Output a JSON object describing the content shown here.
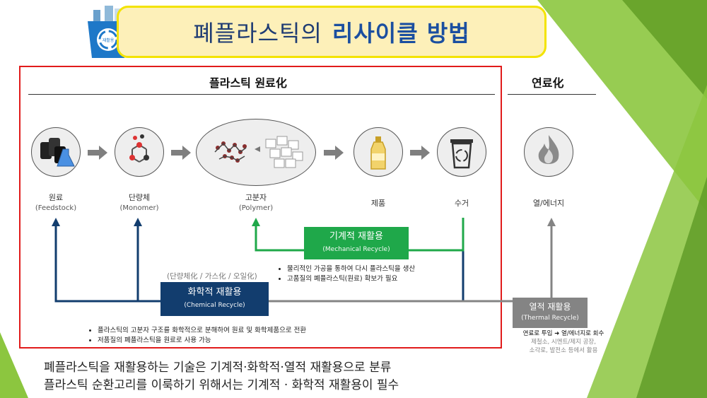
{
  "title": {
    "main": "폐플라스틱의",
    "emph": "리사이클 방법"
  },
  "sections": {
    "plastic": "플라스틱 원료化",
    "fuel": "연료化"
  },
  "nodes": [
    {
      "ko": "원료",
      "en": "(Feedstock)"
    },
    {
      "ko": "단량체",
      "en": "(Monomer)"
    },
    {
      "ko": "고분자",
      "en": "(Polymer)"
    },
    {
      "ko": "제품",
      "en": ""
    },
    {
      "ko": "수거",
      "en": ""
    },
    {
      "ko": "열/에너지",
      "en": ""
    }
  ],
  "mechanical": {
    "title": "기계적 재활용",
    "en": "(Mechanical Recycle)",
    "notes": [
      "물리적인 가공을 통하여 다시 플라스틱을 생산",
      "고품질의 폐플라스틱(원료) 확보가 필요"
    ]
  },
  "chemical": {
    "methods": "(단량체化 / 가스化 / 오일化)",
    "title": "화학적 재활용",
    "en": "(Chemical Recycle)",
    "notes": [
      "플라스틱의 고분자 구조를 화학적으로 분해하여 원료 및 화학제품으로 전환",
      "저품질의 폐플라스틱을 원료로 사용 가능"
    ]
  },
  "thermal": {
    "title": "열적 재활용",
    "en": "(Thermal Recycle)",
    "notes": [
      "연료로 투입 ➜ 열/에너지로 회수",
      "제철소, 시멘트/제지 공장,",
      "소각로, 발전소 등에서 활용"
    ]
  },
  "summary": [
    "폐플라스틱을 재활용하는 기술은 기계적·화학적·열적 재활용으로 분류",
    "플라스틱 순환고리를 이룩하기 위해서는 기계적 · 화학적 재활용이 필수"
  ],
  "icon_label": "재활용",
  "colors": {
    "green": "#1fa84a",
    "navy": "#123d6e",
    "gray": "#848484",
    "red": "#e11b1b",
    "accent": "#8cc63f"
  }
}
